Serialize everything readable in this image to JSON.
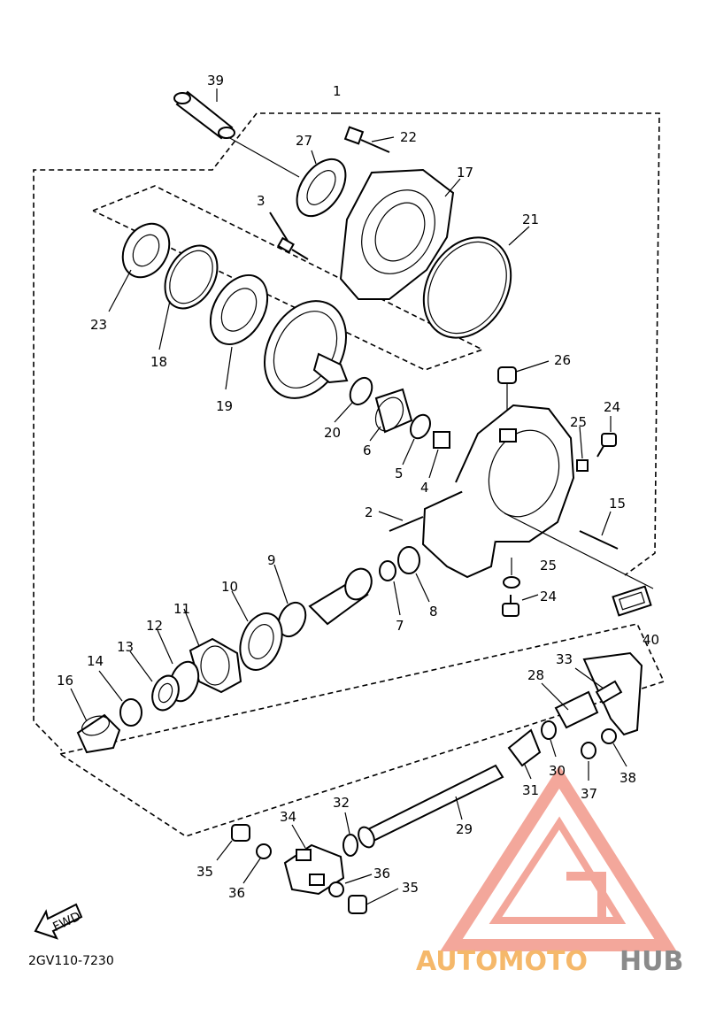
{
  "callouts": {
    "c1": "1",
    "c2": "2",
    "c3": "3",
    "c4": "4",
    "c5": "5",
    "c6": "6",
    "c7": "7",
    "c8": "8",
    "c9": "9",
    "c10": "10",
    "c11": "11",
    "c12": "12",
    "c13": "13",
    "c14": "14",
    "c15": "15",
    "c16": "16",
    "c17": "17",
    "c18": "18",
    "c19": "19",
    "c20": "20",
    "c21": "21",
    "c22": "22",
    "c23": "23",
    "c24a": "24",
    "c24b": "24",
    "c25a": "25",
    "c25b": "25",
    "c26": "26",
    "c27": "27",
    "c28": "28",
    "c29": "29",
    "c30": "30",
    "c31": "31",
    "c32": "32",
    "c33": "33",
    "c34": "34",
    "c35a": "35",
    "c35b": "35",
    "c36a": "36",
    "c36b": "36",
    "c37": "37",
    "c38": "38",
    "c39": "39",
    "c40": "40"
  },
  "fwd_label": "FWD",
  "diagram_code": "2GV110-7230",
  "watermark": {
    "part1": "AUTOMOTO",
    "part2": "HUB",
    "color_primary": "#f08a7a",
    "color_secondary": "#f5b86a",
    "color_dark": "#8a8a8a"
  }
}
